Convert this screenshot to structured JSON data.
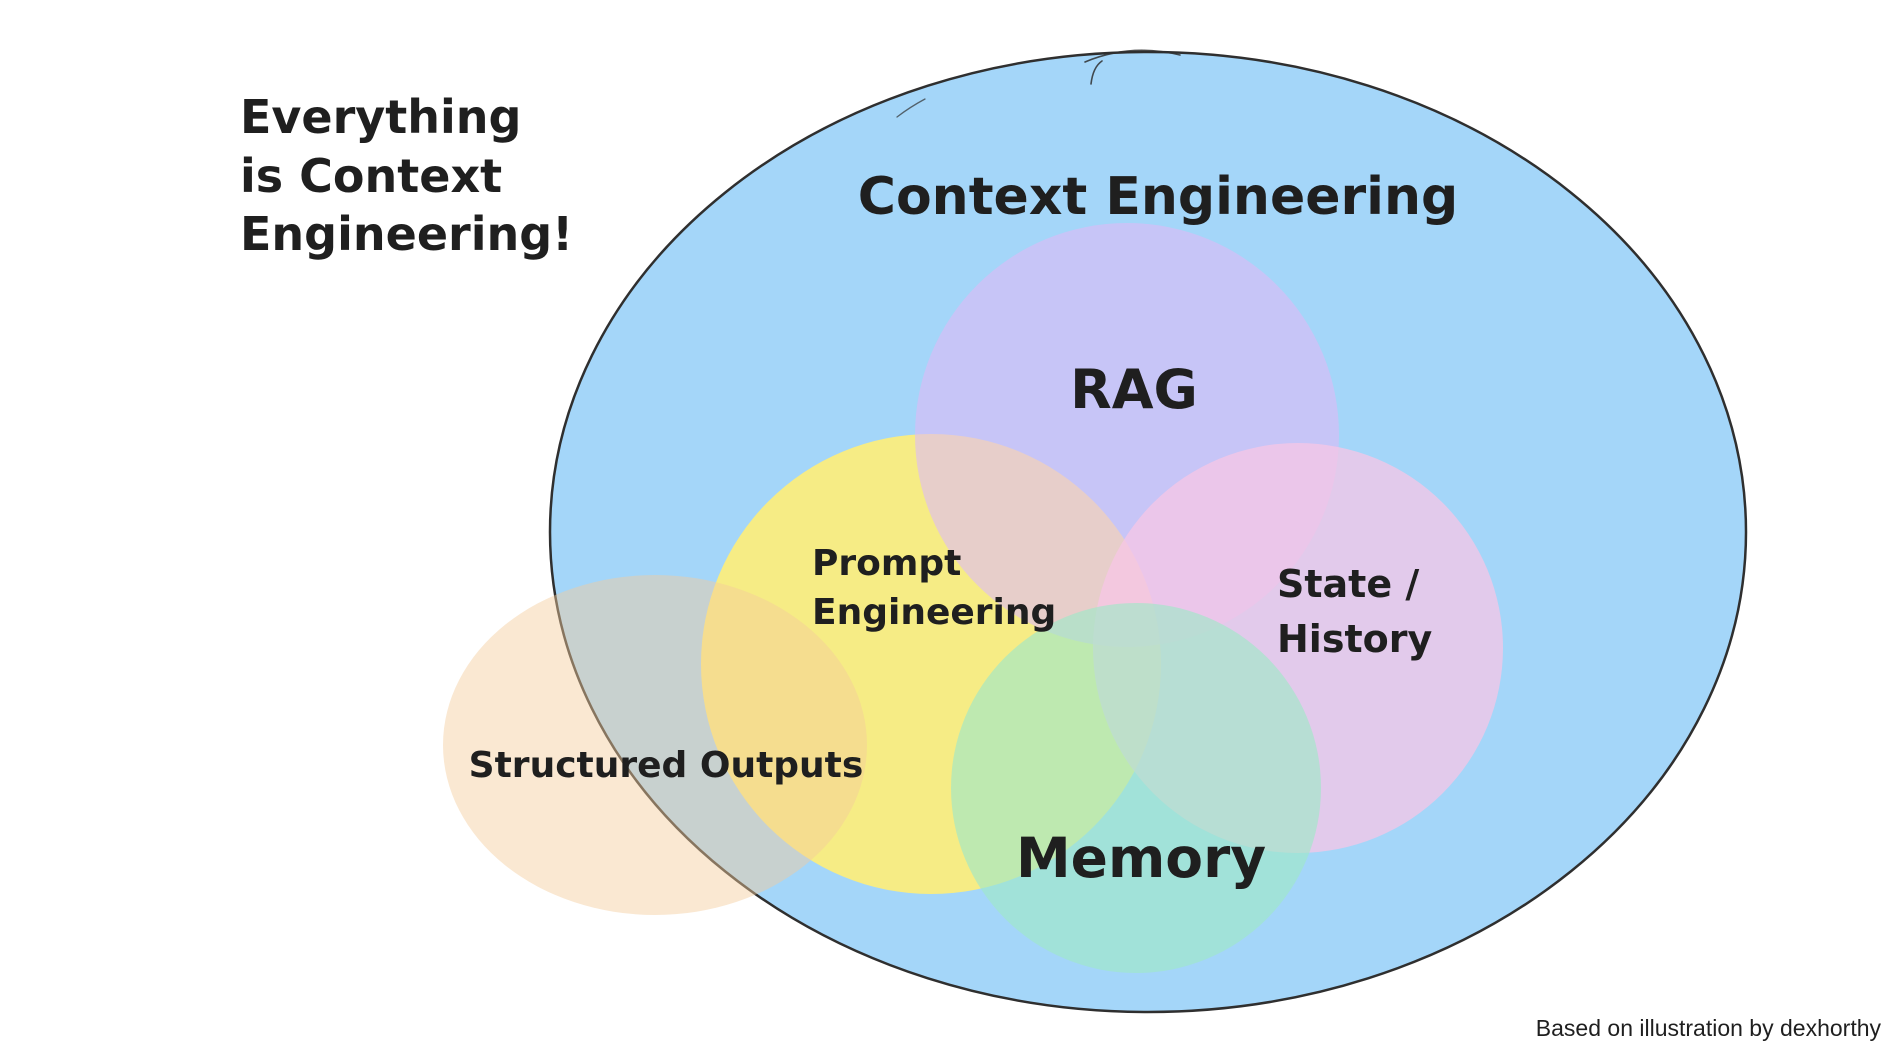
{
  "colors": {
    "background": "#FFFFFF",
    "ink": "#1F1F1F",
    "outer_fill": "#A4D6F9",
    "outer_stroke": "#2F2F2F",
    "rag_fill": "rgba(221,187,246,0.62)",
    "prompt_fill": "rgba(255,238,120,0.90)",
    "state_fill": "rgba(247,198,230,0.75)",
    "memory_fill": "rgba(160,232,200,0.65)",
    "structured_fill": "rgba(243,204,155,0.45)"
  },
  "heading": {
    "line1": "Everything",
    "line2": "is Context",
    "line3": "Engineering!"
  },
  "diagram": {
    "outer_label": "Context Engineering",
    "rag_label": "RAG",
    "prompt_label_line1": "Prompt",
    "prompt_label_line2": "Engineering",
    "state_label_line1": "State /",
    "state_label_line2": "History",
    "memory_label": "Memory",
    "structured_label": "Structured Outputs"
  },
  "attribution": "Based on illustration by dexhorthy"
}
